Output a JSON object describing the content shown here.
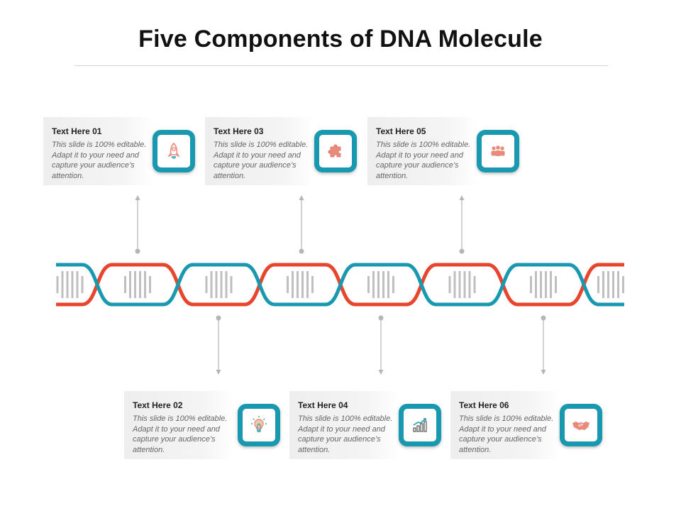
{
  "title": "Five Components of DNA Molecule",
  "colors": {
    "teal": "#1899b0",
    "red": "#e8452e",
    "salmon": "#ea8a7a",
    "gray_bars": "#bfbfbf"
  },
  "items": [
    {
      "title": "Text Here 01",
      "body": "This slide is 100% editable. Adapt it to your need and capture your audience’s attention.",
      "icon": "rocket-icon"
    },
    {
      "title": "Text Here 02",
      "body": "This slide is 100% editable. Adapt it to your need and capture your audience’s attention.",
      "icon": "lightbulb-icon"
    },
    {
      "title": "Text Here 03",
      "body": "This slide is 100% editable. Adapt it to your need and capture your audience’s attention.",
      "icon": "puzzle-icon"
    },
    {
      "title": "Text Here 04",
      "body": "This slide is 100% editable. Adapt it to your need and capture your audience’s attention.",
      "icon": "bar-chart-growth-icon"
    },
    {
      "title": "Text Here 05",
      "body": "This slide is 100% editable. Adapt it to your need and capture your audience’s attention.",
      "icon": "team-people-icon"
    },
    {
      "title": "Text Here 06",
      "body": "This slide is 100% editable. Adapt it to your need and capture your audience’s attention.",
      "icon": "handshake-icon"
    }
  ]
}
